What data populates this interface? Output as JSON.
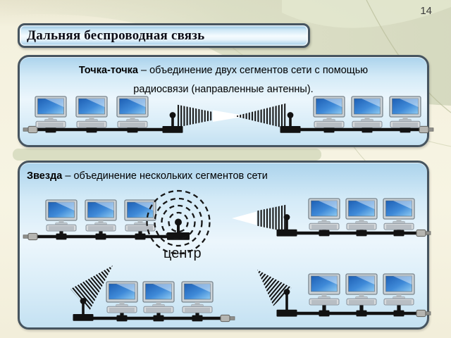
{
  "page_number": "14",
  "title": "Дальняя беспроводная связь",
  "panels": {
    "point_to_point": {
      "term": "Точка-точка",
      "definition": " – объединение двух сегментов сети с помощью",
      "definition_line2": "радиосвязи (направленные антенны)."
    },
    "star": {
      "term": "Звезда",
      "definition": " – объединение нескольких сегментов сети",
      "center_label": "центр"
    }
  },
  "icons": {
    "computer-icon": "desktop PC: gray monitor with blue screen + keyboard (SVG shapes)",
    "antenna-icon": "black pole with round top node",
    "directional-beam-icon": "striped tapering radio cone",
    "omni-waves-icon": "concentric dashed circles",
    "terminator-icon": "gray coax terminator plug",
    "bus-cable": "thick black coaxial bus line",
    "t-connector": "black T connector block"
  },
  "colors": {
    "panel_border": "#46545f",
    "panel_fill": "#cde7f6",
    "title_fill": "#a6cfe9",
    "screen_blue": "#2e74c8",
    "background_cream": "#f6f3e1",
    "background_olive": "#d8dcc2",
    "line_black": "#121212"
  }
}
